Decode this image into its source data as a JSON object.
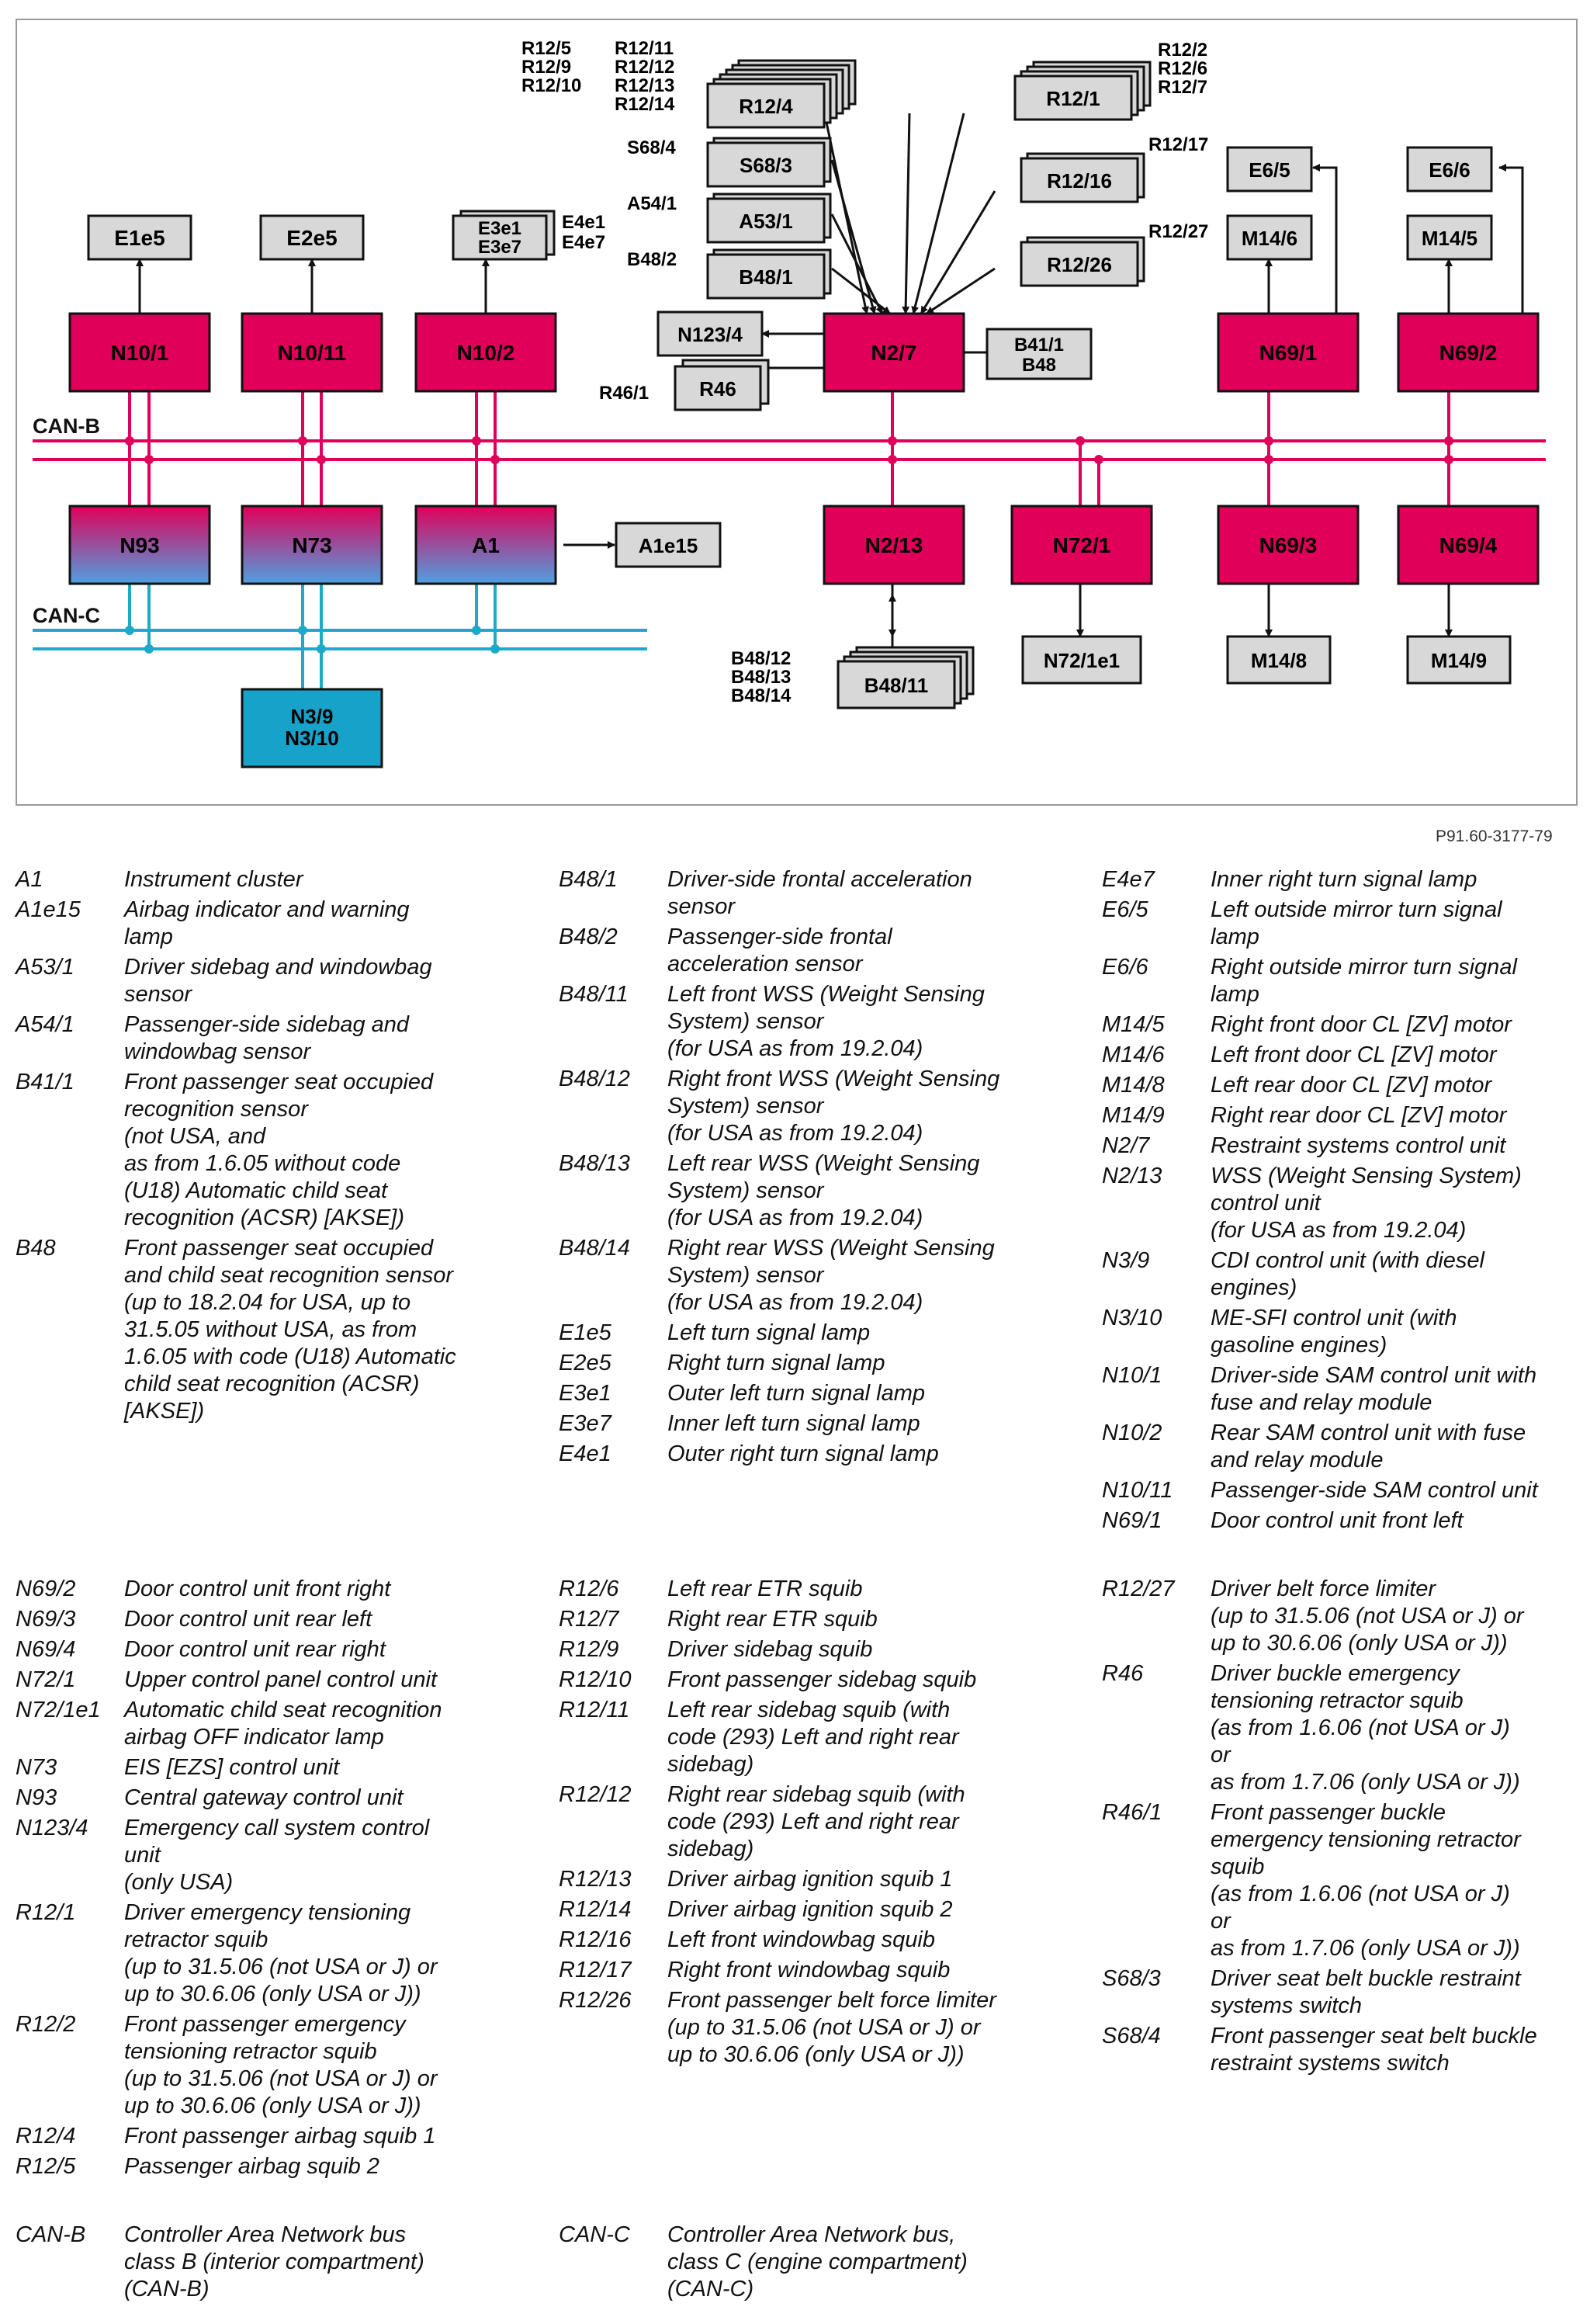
{
  "diagram": {
    "bus_labels": {
      "can_b": "CAN-B",
      "can_c": "CAN-C"
    },
    "colors": {
      "control_unit": "#e0005a",
      "bus_b": "#e0005a",
      "bus_c": "#1ea9c8",
      "component": "#d8d8d8",
      "can_c_unit": "#17a2c9",
      "gradient_top": "#e0005a",
      "gradient_bottom": "#4fa0e0"
    },
    "control_units": {
      "n10_1": "N10/1",
      "n10_11": "N10/11",
      "n10_2": "N10/2",
      "n2_7": "N2/7",
      "n69_1": "N69/1",
      "n69_2": "N69/2",
      "n93": "N93",
      "n73": "N73",
      "a1": "A1",
      "n2_13": "N2/13",
      "n72_1": "N72/1",
      "n69_3": "N69/3",
      "n69_4": "N69/4"
    },
    "components": {
      "e1e5": "E1e5",
      "e2e5": "E2e5",
      "e3e1": "E3e1",
      "e3e7": "E3e7",
      "r12_4": "R12/4",
      "s68_3": "S68/3",
      "a53_1": "A53/1",
      "b48_1": "B48/1",
      "n123_4": "N123/4",
      "r46": "R46",
      "r12_1": "R12/1",
      "r12_16": "R12/16",
      "r12_26": "R12/26",
      "b41_1": "B41/1",
      "b48": "B48",
      "e6_5": "E6/5",
      "e6_6": "E6/6",
      "m14_6": "M14/6",
      "m14_5": "M14/5",
      "a1e15": "A1e15",
      "b48_11": "B48/11",
      "n72_1e1": "N72/1e1",
      "m14_8": "M14/8",
      "m14_9": "M14/9",
      "n3_9": "N3/9",
      "n3_10": "N3/10"
    },
    "side_labels": {
      "r12_5": "R12/5",
      "r12_9": "R12/9",
      "r12_10": "R12/10",
      "r12_11": "R12/11",
      "r12_12": "R12/12",
      "r12_13": "R12/13",
      "r12_14": "R12/14",
      "s68_4": "S68/4",
      "a54_1": "A54/1",
      "b48_2": "B48/2",
      "e4e1": "E4e1",
      "e4e7": "E4e7",
      "r46_1": "R46/1",
      "r12_2": "R12/2",
      "r12_6": "R12/6",
      "r12_7": "R12/7",
      "r12_17": "R12/17",
      "r12_27": "R12/27",
      "b48_12": "B48/12",
      "b48_13": "B48/13",
      "b48_14": "B48/14"
    },
    "reference": "P91.60-3177-79"
  },
  "legend": {
    "col1": [
      {
        "code": "A1",
        "desc": "Instrument cluster"
      },
      {
        "code": "A1e15",
        "desc": "Airbag indicator and warning\nlamp"
      },
      {
        "code": "A53/1",
        "desc": "Driver sidebag and windowbag\nsensor"
      },
      {
        "code": "A54/1",
        "desc": "Passenger-side sidebag and\nwindowbag sensor"
      },
      {
        "code": "B41/1",
        "desc": "Front passenger seat occupied\nrecognition sensor\n(not USA, and\nas from 1.6.05 without code\n(U18) Automatic child seat\nrecognition (ACSR) [AKSE])"
      },
      {
        "code": "B48",
        "desc": "Front passenger seat occupied\nand child seat recognition sensor\n(up to 18.2.04 for USA, up to\n31.5.05 without USA, as from\n1.6.05 with code (U18) Automatic\nchild seat recognition (ACSR)\n[AKSE])"
      }
    ],
    "col2": [
      {
        "code": "B48/1",
        "desc": "Driver-side frontal acceleration\nsensor"
      },
      {
        "code": "B48/2",
        "desc": "Passenger-side frontal\nacceleration sensor"
      },
      {
        "code": "B48/11",
        "desc": "Left front WSS (Weight Sensing\nSystem) sensor\n(for USA as from 19.2.04)"
      },
      {
        "code": "B48/12",
        "desc": "Right front WSS (Weight Sensing\nSystem) sensor\n(for USA as from 19.2.04)"
      },
      {
        "code": "B48/13",
        "desc": "Left rear WSS (Weight Sensing\nSystem) sensor\n(for USA as from 19.2.04)"
      },
      {
        "code": "B48/14",
        "desc": "Right rear WSS (Weight Sensing\nSystem) sensor\n(for USA as from 19.2.04)"
      },
      {
        "code": "E1e5",
        "desc": "Left turn signal lamp"
      },
      {
        "code": "E2e5",
        "desc": "Right turn signal lamp"
      },
      {
        "code": "E3e1",
        "desc": "Outer left turn signal lamp"
      },
      {
        "code": "E3e7",
        "desc": "Inner left turn signal lamp"
      },
      {
        "code": "E4e1",
        "desc": "Outer right turn signal lamp"
      }
    ],
    "col3": [
      {
        "code": "E4e7",
        "desc": "Inner right turn signal lamp"
      },
      {
        "code": "E6/5",
        "desc": "Left outside mirror turn signal\nlamp"
      },
      {
        "code": "E6/6",
        "desc": "Right outside mirror turn signal\nlamp"
      },
      {
        "code": "M14/5",
        "desc": "Right front door CL [ZV] motor"
      },
      {
        "code": "M14/6",
        "desc": "Left front door CL [ZV] motor"
      },
      {
        "code": "M14/8",
        "desc": "Left rear door CL [ZV] motor"
      },
      {
        "code": "M14/9",
        "desc": "Right rear door CL [ZV] motor"
      },
      {
        "code": "N2/7",
        "desc": "Restraint systems control unit"
      },
      {
        "code": "N2/13",
        "desc": "WSS (Weight Sensing System)\ncontrol unit\n(for USA as from 19.2.04)"
      },
      {
        "code": "N3/9",
        "desc": "CDI control unit (with diesel\nengines)"
      },
      {
        "code": "N3/10",
        "desc": "ME-SFI control unit (with\ngasoline engines)"
      },
      {
        "code": "N10/1",
        "desc": "Driver-side SAM control unit with\nfuse and relay module"
      },
      {
        "code": "N10/2",
        "desc": "Rear SAM control unit with fuse\nand relay module"
      },
      {
        "code": "N10/11",
        "desc": "Passenger-side SAM control unit"
      },
      {
        "code": "N69/1",
        "desc": "Door control unit front left"
      }
    ],
    "col4": [
      {
        "code": "N69/2",
        "desc": "Door control unit front right"
      },
      {
        "code": "N69/3",
        "desc": "Door control unit rear left"
      },
      {
        "code": "N69/4",
        "desc": "Door control unit rear right"
      },
      {
        "code": "N72/1",
        "desc": "Upper control panel control unit"
      },
      {
        "code": "N72/1e1",
        "desc": "Automatic child seat recognition\nairbag OFF indicator lamp"
      },
      {
        "code": "N73",
        "desc": "EIS [EZS] control unit"
      },
      {
        "code": "N93",
        "desc": "Central gateway control unit"
      },
      {
        "code": "N123/4",
        "desc": "Emergency call system control\nunit\n(only USA)"
      },
      {
        "code": "R12/1",
        "desc": "Driver emergency tensioning\nretractor squib\n(up to 31.5.06 (not USA or J) or\nup to 30.6.06 (only USA or J))"
      },
      {
        "code": "R12/2",
        "desc": "Front passenger emergency\ntensioning retractor squib\n(up to 31.5.06 (not USA or J) or\nup to 30.6.06 (only USA or J))"
      },
      {
        "code": "R12/4",
        "desc": "Front passenger airbag squib 1"
      },
      {
        "code": "R12/5",
        "desc": "Passenger airbag squib 2"
      }
    ],
    "col5": [
      {
        "code": "R12/6",
        "desc": "Left rear ETR squib"
      },
      {
        "code": "R12/7",
        "desc": "Right rear ETR squib"
      },
      {
        "code": "R12/9",
        "desc": "Driver sidebag squib"
      },
      {
        "code": "R12/10",
        "desc": "Front passenger sidebag squib"
      },
      {
        "code": "R12/11",
        "desc": "Left rear sidebag squib (with\ncode (293) Left and right rear\nsidebag)"
      },
      {
        "code": "R12/12",
        "desc": "Right rear sidebag squib (with\ncode (293) Left and right rear\nsidebag)"
      },
      {
        "code": "R12/13",
        "desc": "Driver airbag ignition squib 1"
      },
      {
        "code": "R12/14",
        "desc": "Driver airbag ignition squib 2"
      },
      {
        "code": "R12/16",
        "desc": "Left front windowbag squib"
      },
      {
        "code": "R12/17",
        "desc": "Right front windowbag squib"
      },
      {
        "code": "R12/26",
        "desc": "Front passenger belt force limiter\n(up to 31.5.06 (not USA or J) or\nup to 30.6.06 (only USA or J))"
      }
    ],
    "col6": [
      {
        "code": "R12/27",
        "desc": "Driver belt force limiter\n(up to 31.5.06 (not USA or J) or\nup to 30.6.06 (only USA or J))"
      },
      {
        "code": "R46",
        "desc": "Driver buckle emergency\ntensioning retractor squib\n(as from 1.6.06 (not USA or J)\nor\nas from 1.7.06 (only USA or J))"
      },
      {
        "code": "R46/1",
        "desc": "Front passenger buckle\nemergency tensioning retractor\nsquib\n(as from 1.6.06 (not USA or J)\nor\nas from 1.7.06 (only USA or J))"
      },
      {
        "code": "S68/3",
        "desc": "Driver seat belt buckle restraint\nsystems switch"
      },
      {
        "code": "S68/4",
        "desc": "Front passenger seat belt buckle\nrestraint systems switch"
      }
    ],
    "col7": [
      {
        "code": "CAN-B",
        "desc": "Controller Area Network bus\nclass B (interior compartment)\n(CAN-B)"
      }
    ],
    "col8": [
      {
        "code": "CAN-C",
        "desc": "Controller Area Network bus,\nclass C (engine compartment)\n(CAN-C)"
      }
    ]
  }
}
